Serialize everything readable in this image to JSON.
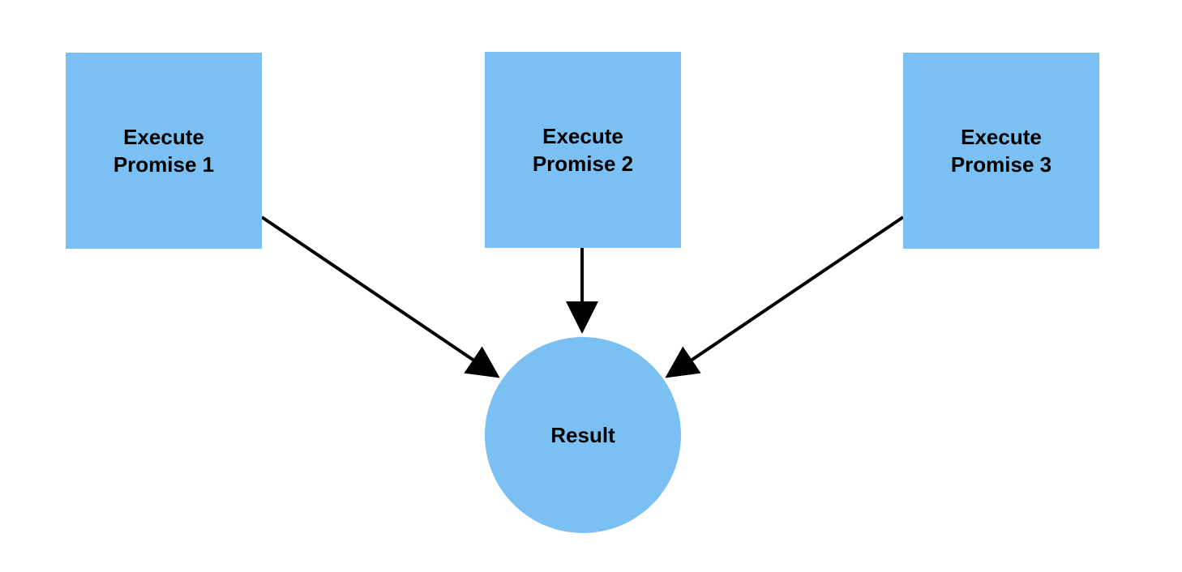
{
  "diagram": {
    "nodes": [
      {
        "id": "promise-1",
        "shape": "square",
        "lines": [
          "Execute",
          "Promise 1"
        ]
      },
      {
        "id": "promise-2",
        "shape": "square",
        "lines": [
          "Execute",
          "Promise 2"
        ]
      },
      {
        "id": "promise-3",
        "shape": "square",
        "lines": [
          "Execute",
          "Promise 3"
        ]
      },
      {
        "id": "result",
        "shape": "circle",
        "lines": [
          "Result"
        ]
      }
    ],
    "edges": [
      {
        "from": "promise-1",
        "to": "result"
      },
      {
        "from": "promise-2",
        "to": "result"
      },
      {
        "from": "promise-3",
        "to": "result"
      }
    ],
    "colors": {
      "node_fill": "#7ac0f2",
      "edge": "#000000",
      "text": "#000000",
      "background": "#ffffff"
    }
  }
}
